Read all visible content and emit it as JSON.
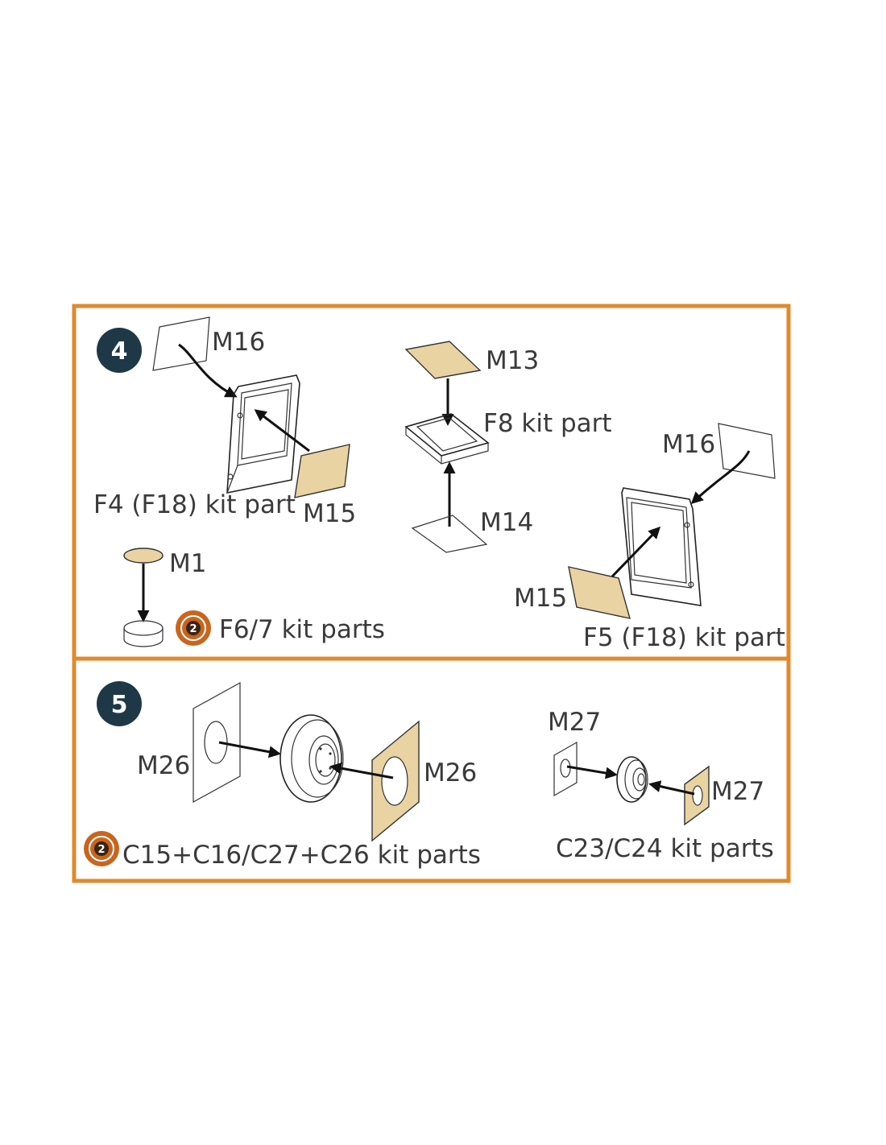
{
  "colors": {
    "frame": "#e08a2c",
    "step_badge": "#1f3847",
    "resin_part": "#e9d3a2",
    "optional_badge_ring": "#c8651f"
  },
  "step4": {
    "number": "4",
    "labels": {
      "m16_left": "M16",
      "m15_left": "M15",
      "f4": "F4 (F18) kit part",
      "m1": "M1",
      "f67": "F6/7 kit parts",
      "m13": "M13",
      "f8": "F8 kit part",
      "m14": "M14",
      "m16_right": "M16",
      "m15_right": "M15",
      "f5": "F5 (F18) kit part"
    },
    "badge_number": "2"
  },
  "step5": {
    "number": "5",
    "labels": {
      "m26_left": "M26",
      "m26_right": "M26",
      "c_main": "C15+C16/C27+C26 kit parts",
      "m27_top": "M27",
      "m27_right": "M27",
      "c_small": "C23/C24 kit parts"
    },
    "badge_number": "2"
  }
}
